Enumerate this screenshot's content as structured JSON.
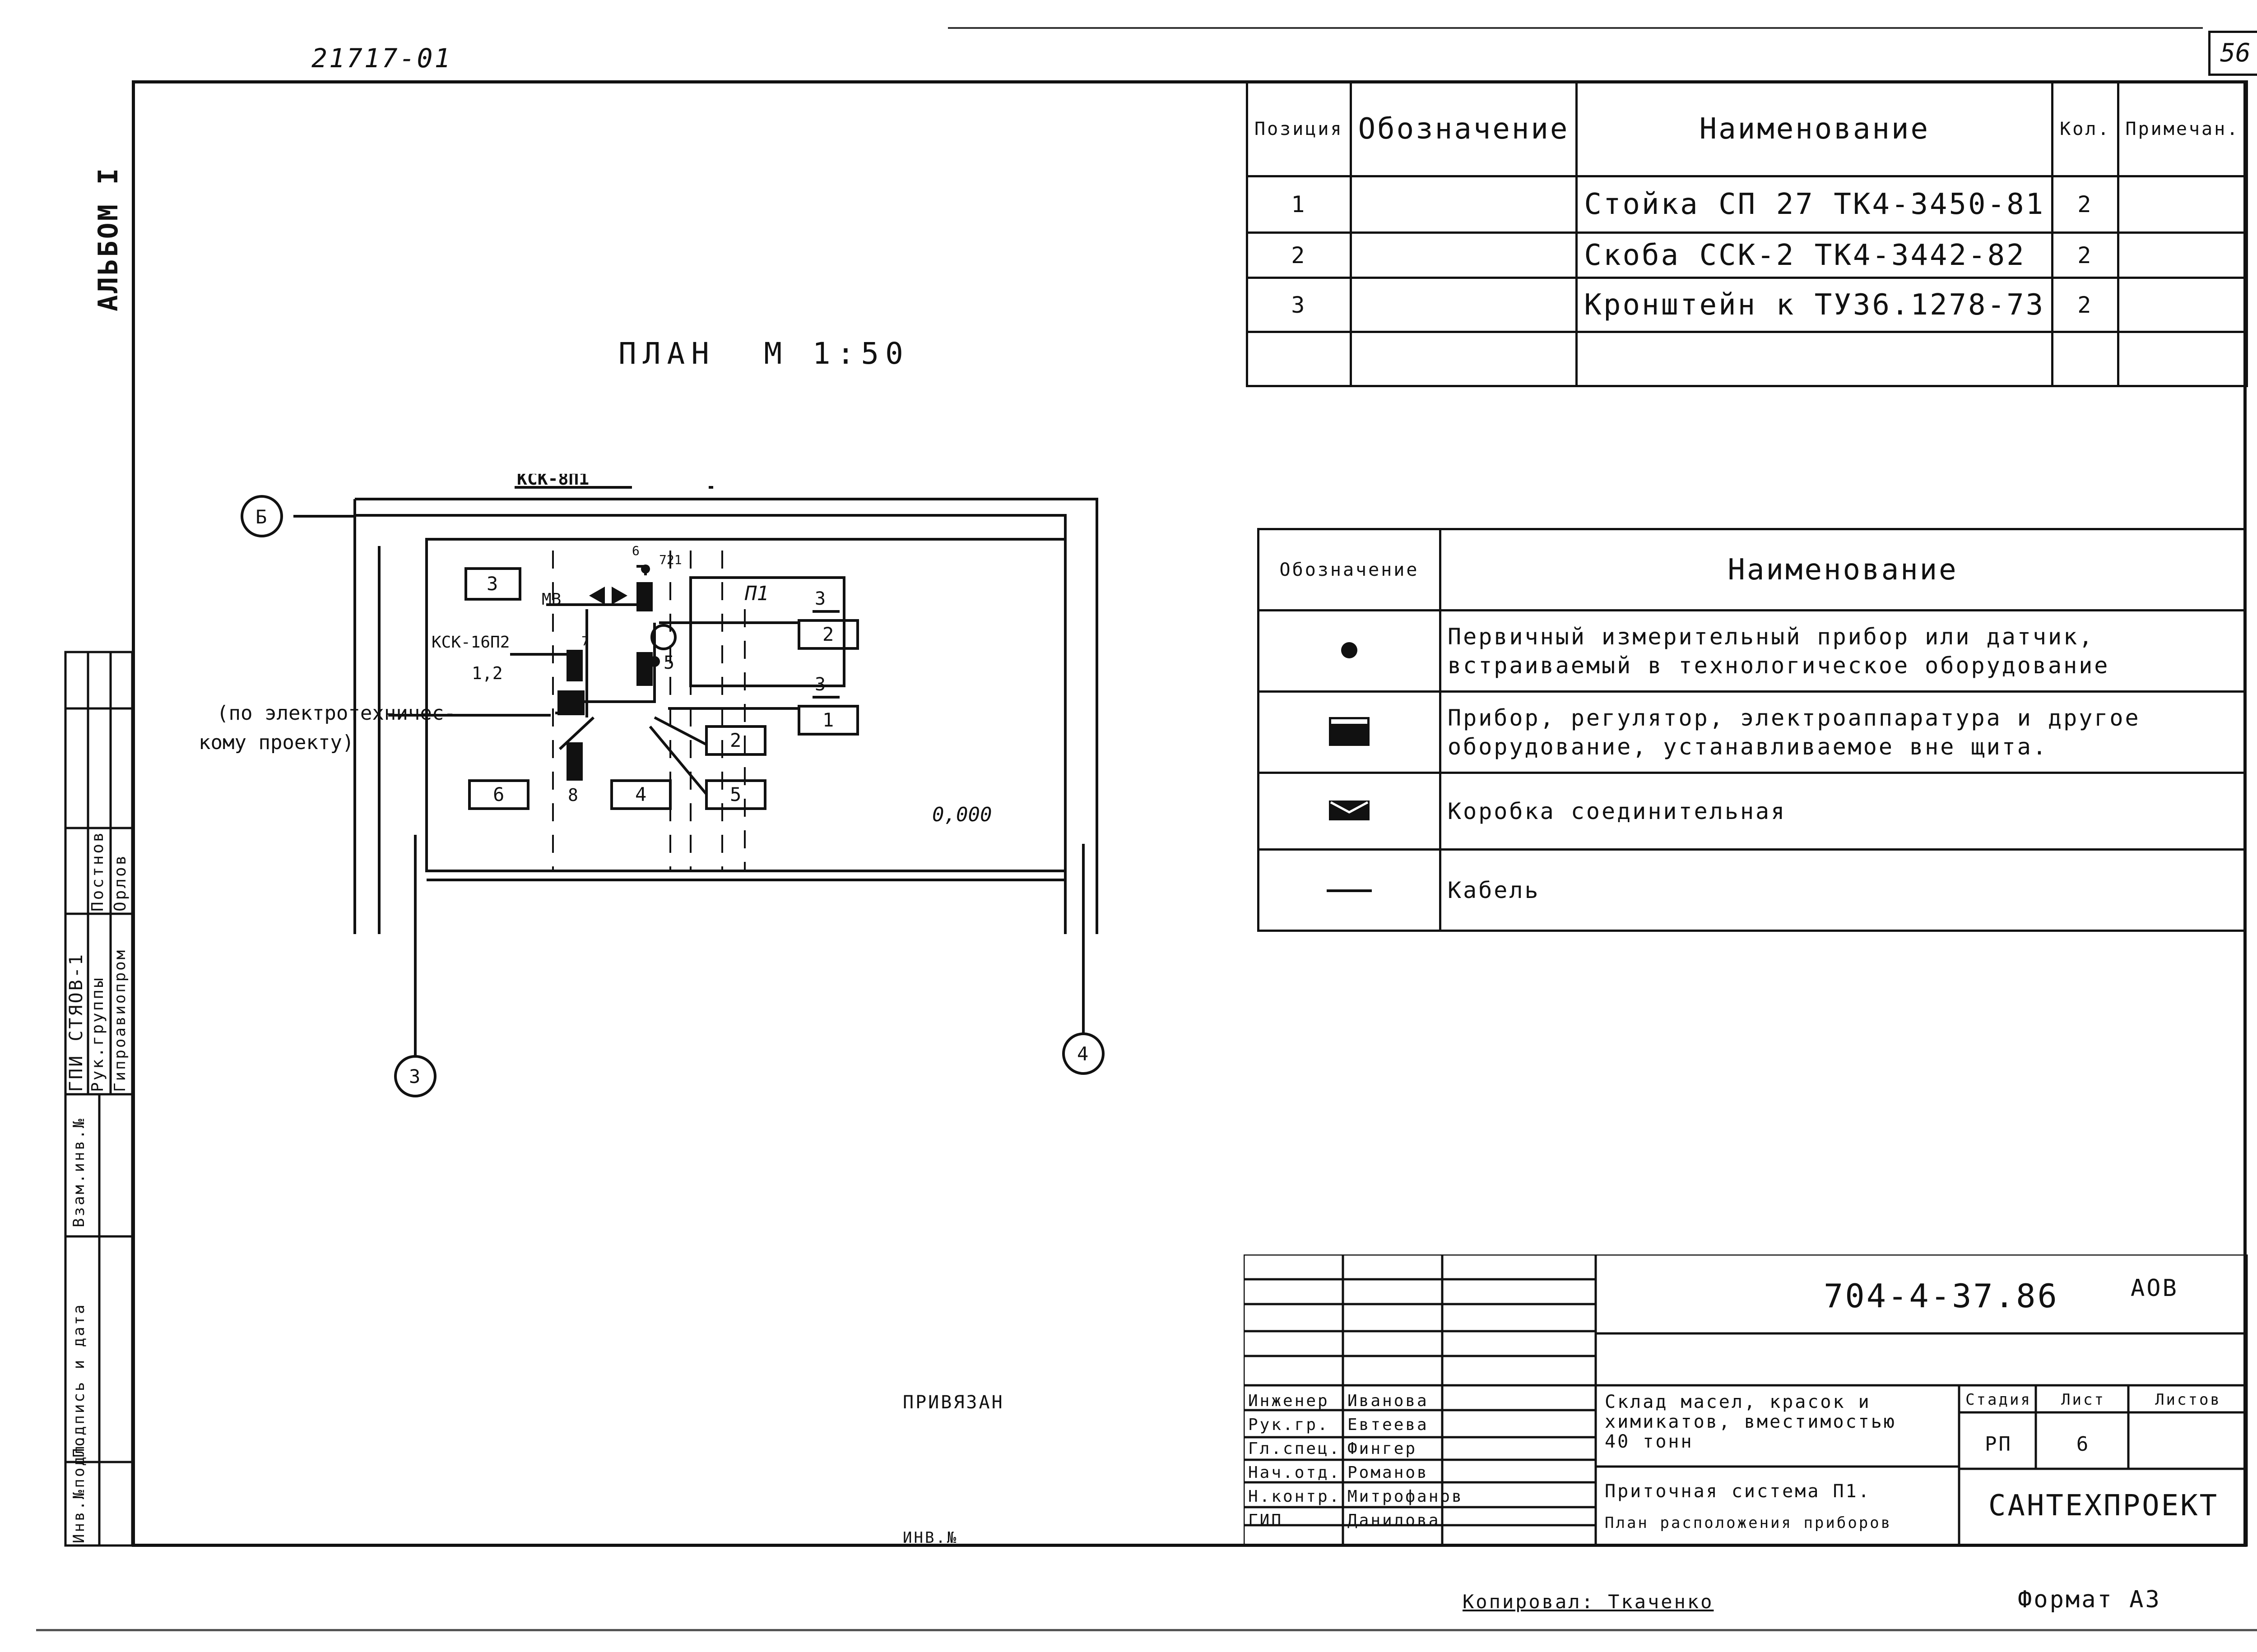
{
  "header": {
    "album_code": "21717-01",
    "sheet_number": "56",
    "album_label": "АЛЬБОМ I"
  },
  "spec_table": {
    "headers": [
      "Позиция",
      "Обозначение",
      "Наименование",
      "Кол.",
      "Примечан."
    ],
    "rows": [
      {
        "pos": "1",
        "designation": "",
        "name": "Стойка СП 27 ТК4-3450-81",
        "qty": "2",
        "note": ""
      },
      {
        "pos": "2",
        "designation": "",
        "name": "Скоба ССК-2 ТК4-3442-82",
        "qty": "2",
        "note": ""
      },
      {
        "pos": "3",
        "designation": "",
        "name": "Кронштейн к ТУ36.1278-73",
        "qty": "2",
        "note": ""
      },
      {
        "pos": "",
        "designation": "",
        "name": "",
        "qty": "",
        "note": ""
      }
    ]
  },
  "plan": {
    "title": "ПЛАН  М 1:50",
    "axis_b": "Б",
    "axis_3": "3",
    "axis_4": "4",
    "elevation": "0,000",
    "label_ksk8": "КСК-8П1",
    "label_ksk16": "КСК-16П2",
    "label_12": "1,2",
    "label_mv": "МВ",
    "label_721": "721",
    "label_6small": "6",
    "label_7small": "7",
    "label_8": "8",
    "unit_p1": "П1",
    "note_line1": "(по электротехничес-",
    "note_line2": "кому проекту)",
    "box_labels": [
      "3",
      "2",
      "1",
      "2",
      "4",
      "5",
      "6"
    ],
    "callout_3a": "3",
    "callout_3b": "3",
    "callout_5": "5"
  },
  "legend": {
    "headers": [
      "Обозначение",
      "Наименование"
    ],
    "rows": [
      {
        "symbol": "dot-symbol",
        "line1": "Первичный измерительный прибор или датчик,",
        "line2": "встраиваемый в технологическое оборудование"
      },
      {
        "symbol": "device-symbol",
        "line1": "Прибор, регулятор, электроаппаратура и другое",
        "line2": "оборудование, устанавливаемое вне щита."
      },
      {
        "symbol": "junction-box-symbol",
        "line1": "Коробка соединительная",
        "line2": ""
      },
      {
        "symbol": "cable-symbol",
        "line1": "Кабель",
        "line2": ""
      }
    ]
  },
  "title_block": {
    "doc_code": "704-4-37.86",
    "doc_suffix": "АОВ",
    "bound_label": "ПРИВЯЗАН",
    "inv_label": "ИНВ.№",
    "roles": [
      {
        "role": "Инженер",
        "name": "Иванова"
      },
      {
        "role": "Рук.гр.",
        "name": "Евтеева"
      },
      {
        "role": "Гл.спец.",
        "name": "Фингер"
      },
      {
        "role": "Нач.отд.",
        "name": "Романов"
      },
      {
        "role": "Н.контр.",
        "name": "Митрофанов"
      },
      {
        "role": "ГИП",
        "name": "Данилова"
      }
    ],
    "object_line1": "Склад масел, красок и",
    "object_line2": "химикатов, вместимостью",
    "object_line3": "40 тонн",
    "sheet_title_line1": "Приточная система П1.",
    "sheet_title_line2": "План расположения приборов",
    "stage_label": "Стадия",
    "sheet_label": "Лист",
    "sheets_label": "Листов",
    "stage_value": "РП",
    "sheet_value": "6",
    "sheets_value": "",
    "org": "САНТЕХПРОЕКТ"
  },
  "left_strip": {
    "signatures_top": [
      "ГПИ СТЯОВ-1",
      "Рук.группы",
      "Гипроавиопром"
    ],
    "signatures_names": [
      "Постнов",
      "Орлов"
    ],
    "stamp_labels": [
      "Инв.№подл.",
      "Подпись и дата",
      "Взам.инв.№"
    ]
  },
  "footer": {
    "copied": "Копировал: Ткаченко",
    "format": "Формат А3"
  }
}
